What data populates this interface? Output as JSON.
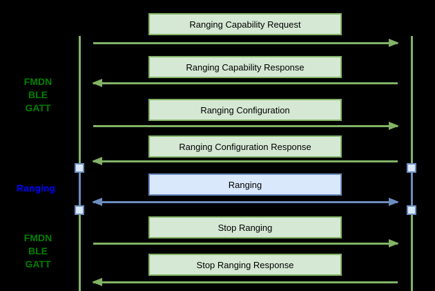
{
  "palette": {
    "background": "#000000",
    "green_box_fill": "#d5e8d4",
    "green_stroke": "#82b366",
    "blue_box_fill": "#dae8fc",
    "blue_stroke": "#6c8ebf",
    "section_label_green": "#008000",
    "section_label_blue": "#0000ff",
    "message_text": "#000000"
  },
  "sections": [
    {
      "id": "fmdn-ble-gatt-top",
      "label_lines": [
        "FMDN",
        "BLE",
        "GATT"
      ],
      "color": "#008000"
    },
    {
      "id": "ranging",
      "label_lines": [
        "Ranging"
      ],
      "color": "#0000ff"
    },
    {
      "id": "fmdn-ble-gatt-bottom",
      "label_lines": [
        "FMDN",
        "BLE",
        "GATT"
      ],
      "color": "#008000"
    }
  ],
  "messages": [
    {
      "label": "Ranging Capability Request",
      "direction": "right",
      "style": "green"
    },
    {
      "label": "Ranging Capability Response",
      "direction": "left",
      "style": "green"
    },
    {
      "label": "Ranging Configuration",
      "direction": "right",
      "style": "green"
    },
    {
      "label": "Ranging Configuration Response",
      "direction": "left",
      "style": "green"
    },
    {
      "label": "Ranging",
      "direction": "both",
      "style": "blue"
    },
    {
      "label": "Stop Ranging",
      "direction": "right",
      "style": "green"
    },
    {
      "label": "Stop Ranging Response",
      "direction": "left",
      "style": "green"
    }
  ]
}
